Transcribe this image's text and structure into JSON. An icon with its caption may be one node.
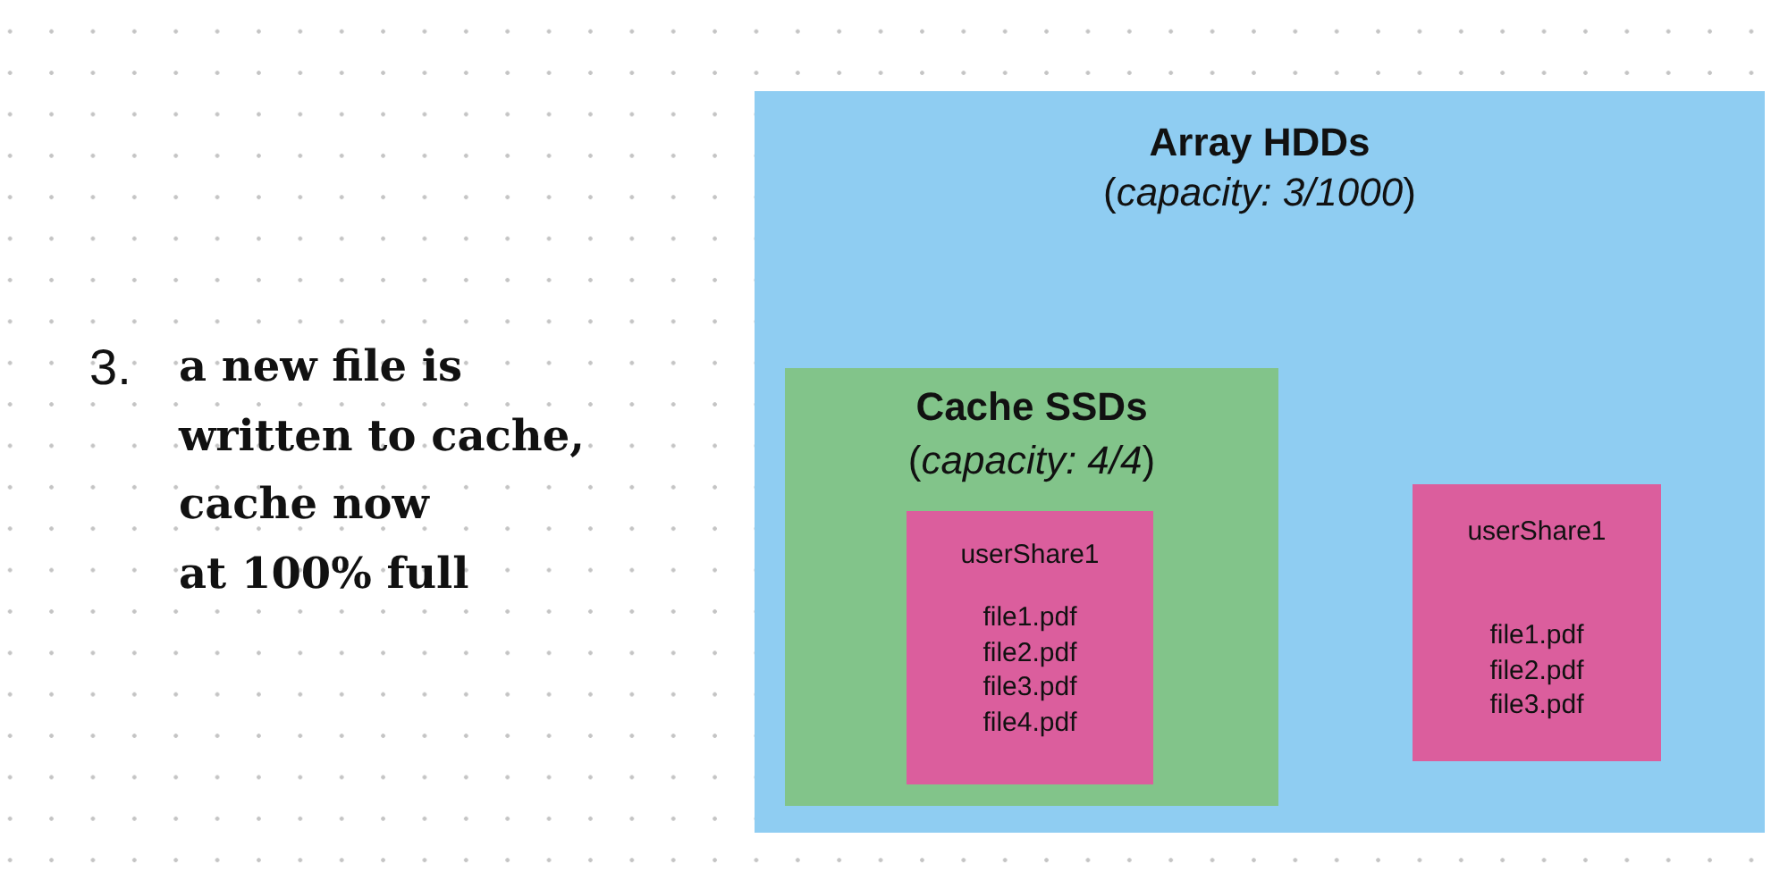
{
  "diagram": {
    "nodes": [
      {
        "text": [
          "Array HDDs",
          "(*capacity: 3/1000*)"
        ]
      },
      {
        "text": [
          "Cache SSDs",
          "(*capacity: 4/4*)"
        ],
        "in": 0
      },
      {
        "text": [
          "userShare1",
          "file1.pdf file2.pdf file3.pdf file4.pdf"
        ],
        "in": 1
      },
      {
        "text": [
          "userShare1",
          "file1.pdf file2.pdf file3.pdf"
        ],
        "in": 0
      }
    ],
    "edges": [],
    "labels": [
      "3.",
      "a new file is written to cache, cache now at 100% full"
    ]
  }
}
